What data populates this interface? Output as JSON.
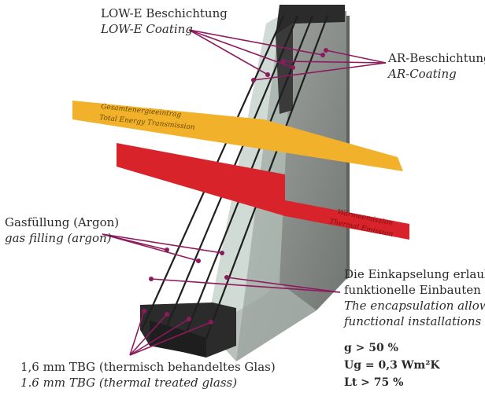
{
  "colors": {
    "accent_line": "#8e1a5e",
    "energy_band": "#f2b12a",
    "heat_band": "#d8232a",
    "frame_dark": "#2b2b2b",
    "glass_grey": "#808581",
    "glass_light": "#c3d0c8"
  },
  "labels": {
    "lowe_de": "LOW-E Beschichtung",
    "lowe_en": "LOW-E Coating",
    "ar_de": "AR-Beschichtung",
    "ar_en": "AR-Coating",
    "energy_de": "Gesamtenergieeintrag",
    "energy_en": "Total Energy Transmission",
    "heat_de": "Wärmeemission",
    "heat_en": "Thermal Emission",
    "gas_de": "Gasfüllung (Argon)",
    "gas_en": "gas filling (argon)",
    "encaps_de_1": "Die Einkapselung erlaubt",
    "encaps_de_2": "funktionelle Einbauten",
    "encaps_en_1": "The encapsulation allows",
    "encaps_en_2": "functional installations",
    "tbg_de": "1,6 mm TBG (thermisch behandeltes Glas)",
    "tbg_en": "1.6 mm TBG (thermal treated glass)"
  },
  "specs": {
    "g": "g > 50 %",
    "ug": "Ug = 0,3 Wm²K",
    "lt": "Lt > 75 %"
  }
}
